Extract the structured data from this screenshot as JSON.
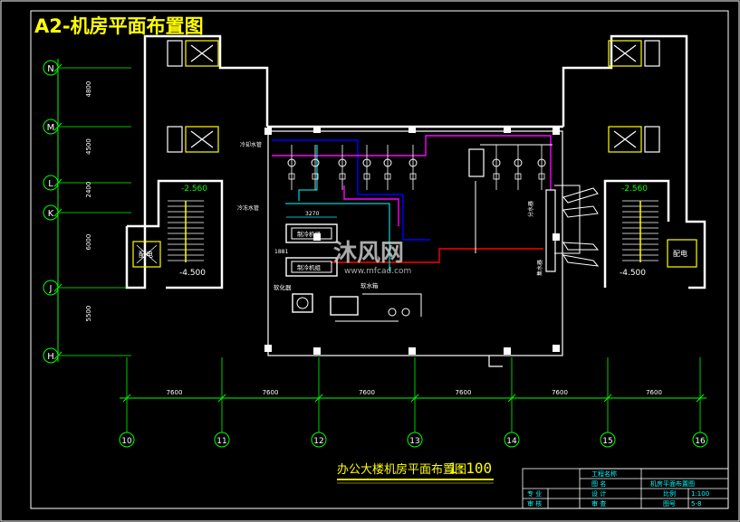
{
  "drawing_title": "A2-机房平面布置图",
  "plan_caption": "办公大楼机房平面布置图",
  "scale_caption": "1:100",
  "row_axes": [
    {
      "label": "N"
    },
    {
      "label": "M"
    },
    {
      "label": "L"
    },
    {
      "label": "K"
    },
    {
      "label": "J"
    },
    {
      "label": "H"
    }
  ],
  "row_spacings": [
    "4800",
    "4500",
    "2400",
    "6000",
    "5500"
  ],
  "col_axes": [
    "10",
    "11",
    "12",
    "13",
    "14",
    "15",
    "16"
  ],
  "col_spacings": [
    "7600",
    "7600",
    "7600",
    "7600",
    "7600",
    "7600"
  ],
  "level_marks": [
    "-2.560",
    "-4.500",
    "-2.560",
    "-4.500"
  ],
  "room_labels": {
    "left_room": "配电",
    "right_room": "配电",
    "chiller_1": "制冷机组",
    "chiller_2": "制冷机组",
    "softener": "软化器",
    "water_tank": "软水箱",
    "dim_chiller": "3270",
    "dim_side": "1881",
    "cooling_pipe": "冷却水管",
    "chilled_pipe": "冷冻水管",
    "manifold": "分水器",
    "collector": "集水器"
  },
  "watermark": "沐风网",
  "watermark_url": "www.mfcad.com",
  "title_block": {
    "project_name": "工程名称",
    "drawing_name": "图  名",
    "drawing_value": "机房平面布置图",
    "major": "专 业",
    "design": "设 计",
    "scale_label": "比例",
    "scale_value": "1:100",
    "check": "审 核",
    "review": "审 查",
    "sheet_label": "图号",
    "sheet_value": "5-8"
  },
  "colors": {
    "wall": "#ffffff",
    "axis": "#00ff00",
    "dimension": "#00ff00",
    "title": "#ffff00",
    "chilled": "#ff00ff",
    "cooling": "#0000ff",
    "supply": "#ff0000",
    "equipment": "#ffffff",
    "cyan": "#00ffff"
  }
}
